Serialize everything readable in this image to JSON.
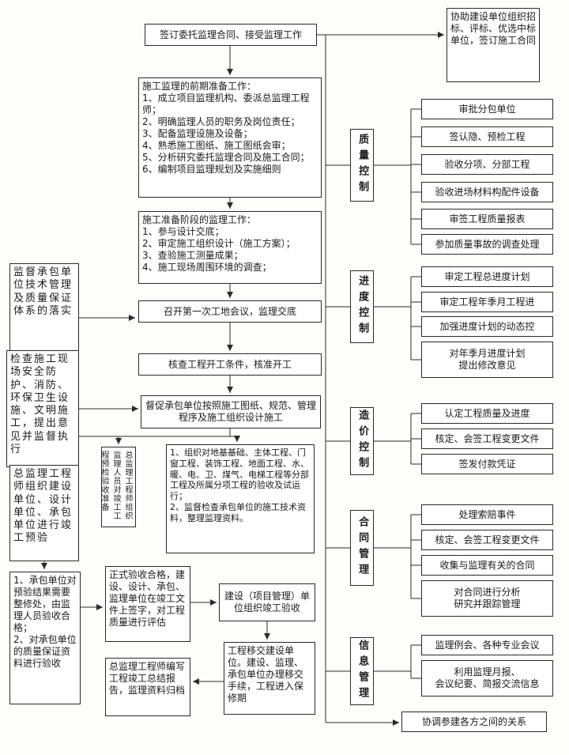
{
  "flow": {
    "start": "签订委托监理合同、接受监理工作",
    "assist": "协助建设单位组织招标、评标、优选中标单位，签订施工合同",
    "prep": "施工监理的前期准备工作：\n1、成立项目监理机构、委派总监理工程师；\n2、明确监理人员的职务及岗位责任；\n3、配备监理设施及设备；\n4、熟悉施工图纸、施工图纸会审；\n5、分析研究委托监理合同及施工合同；\n6、编制项目监理规划及实施细则",
    "stage": "施工准备阶段的监理工作：\n1、参与设计交底；\n2、审定施工组织设计（施工方案）；\n3、查验施工测量成果；\n4、施工现场周围环境的调查；",
    "meeting": "召开第一次工地会议，监理交底",
    "check": "核查工程开工条件，核准开工",
    "supervise": "督促承包单位按照施工图纸、规范、管理程序及施工组织设计施工",
    "acceptance": "1、组织对地基基础、主体工程、门窗工程、装饰工程、地面工程、水、暖、电、卫、煤气、电梯工程等分部工程及所属分项工程的验收及试运行；\n2、监督检查承包单位的施工技术资料，整理监理资料。",
    "pre_check_prep": "总监理工程师组织监理人员对竣工工程预检验收准备",
    "left_supervise_system": "监督承包单位技术管理及质量保证体系的落实",
    "left_site_check": "检查施工现场安全防护、消防、环保卫生设施、文明施工，提出意见并监督执行",
    "left_pre_acceptance": "总监理工程师组织建设单位、设计单位、承包单位进行竣工预验",
    "left_rectify": "1、承包单位对预验结果需要整修处，由监理人员验收合格；\n2、对承包单位的质量保证资料进行验收",
    "formal": "正式验收合格，建设、设计、承包、监理单位在竣工文件上签字，对工程质量进行评估",
    "owner": "建设（项目管理）单位组织竣工验收",
    "handover": "工程移交建设单位。建设、监理、承包单位办理移交手续，工程进入保修期",
    "report": "总监理工程师编写工程竣工总结报告，监理资料归档",
    "coordinate": "协调参建各方之间的关系"
  },
  "categories": [
    {
      "label": "质量控制",
      "items": [
        "审批分包单位",
        "签认隐、预检工程",
        "验收分项、分部工程",
        "验收进场材料构配件设备",
        "审签工程质量报表",
        "参加质量事故的调查处理"
      ]
    },
    {
      "label": "进度控制",
      "items": [
        "审定工程总进度计划",
        "审定工程年季月工程进",
        "加强进度计划的动态控",
        "对年季月进度计划\n提出修改意见"
      ]
    },
    {
      "label": "造价控制",
      "items": [
        "认定工程质量及进度",
        "核定、会签工程变更文件",
        "签发付款凭证"
      ]
    },
    {
      "label": "合同管理",
      "items": [
        "处理索赔事件",
        "核定、会签工程变更文件",
        "收集与监理有关的合同",
        "对合同进行分析\n研究并跟踪管理"
      ]
    },
    {
      "label": "信息管理",
      "items": [
        "监理例会、各种专业会议",
        "利用监理月报、\n会议纪要、简报交流信息"
      ]
    }
  ]
}
